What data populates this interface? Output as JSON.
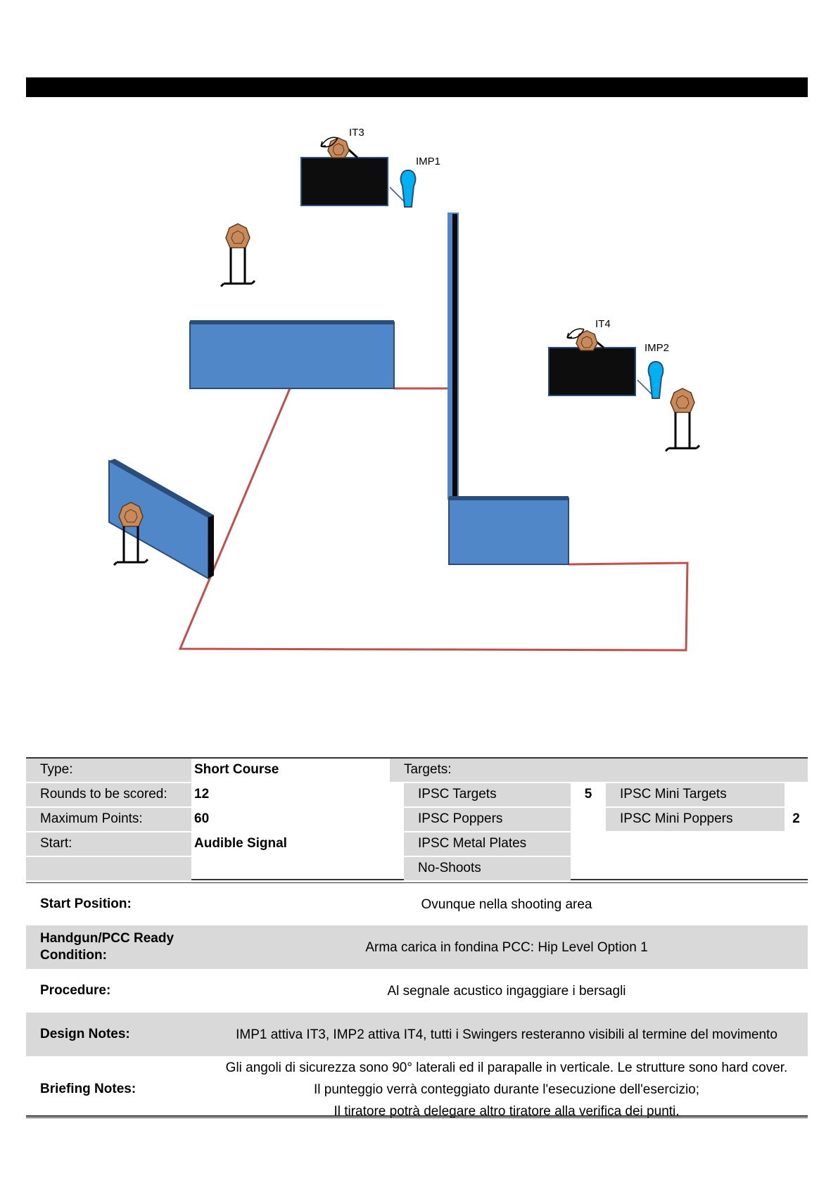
{
  "stage": {
    "labels": {
      "it3": "IT3",
      "imp1": "IMP1",
      "it4": "IT4",
      "imp2": "IMP2"
    },
    "colors": {
      "wall": "#4f87c8",
      "wall_dark": "#2b4d7a",
      "fault_line": "#c0504d",
      "target": "#c88a5a",
      "popper": "#00b0f0",
      "plate_box": "#0d0d0d"
    },
    "icons": [
      "swinger-arrow-icon",
      "ipsc-target-icon",
      "mini-popper-icon"
    ]
  },
  "info": {
    "type_label": "Type:",
    "type_value": "Short Course",
    "rounds_label": "Rounds to be scored:",
    "rounds_value": "12",
    "points_label": "Maximum Points:",
    "points_value": "60",
    "start_label": "Start:",
    "start_value": "Audible Signal",
    "targets_label": "Targets:",
    "ipsc_targets_label": "IPSC Targets",
    "ipsc_targets_value": "5",
    "ipsc_poppers_label": "IPSC Poppers",
    "ipsc_metal_plates_label": "IPSC Metal Plates",
    "no_shoots_label": "No-Shoots",
    "mini_targets_label": "IPSC Mini Targets",
    "mini_poppers_label": "IPSC Mini Poppers",
    "mini_poppers_value": "2"
  },
  "notes": {
    "start_position_label": "Start Position:",
    "start_position_value": "Ovunque nella shooting area",
    "ready_label": "Handgun/PCC Ready Condition:",
    "ready_value": "Arma carica in fondina PCC: Hip Level Option 1",
    "procedure_label": "Procedure:",
    "procedure_value": "Al segnale acustico ingaggiare i bersagli",
    "design_label": "Design Notes:",
    "design_value": "IMP1 attiva IT3, IMP2 attiva IT4, tutti i Swingers resteranno visibili al termine del movimento",
    "briefing_label": "Briefing Notes:",
    "briefing_lines": [
      "Gli angoli di sicurezza sono 90° laterali ed il parapalle in verticale. Le strutture sono hard cover.",
      "Il punteggio verrà conteggiato durante l'esecuzione dell'esercizio;",
      "Il tiratore potrà delegare altro tiratore alla verifica dei punti."
    ]
  }
}
